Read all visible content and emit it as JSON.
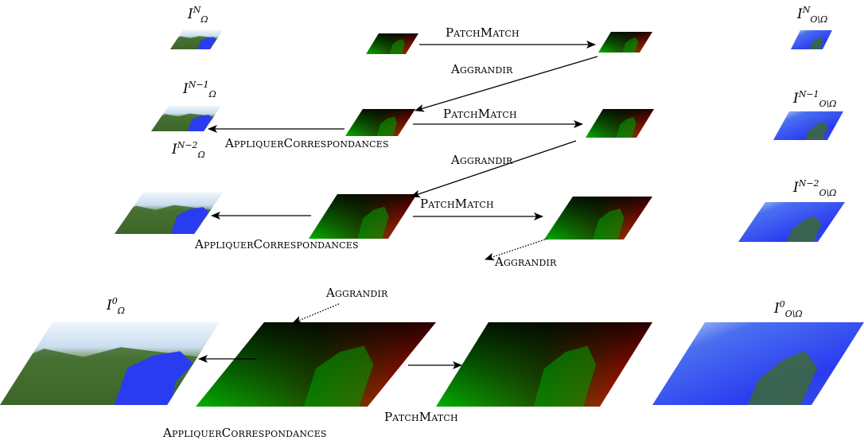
{
  "labels": {
    "patchmatch": "PatchMatch",
    "aggrandir": "Aggrandir",
    "appliquer": "AppliquerCorrespondances"
  },
  "math": {
    "I": "I",
    "omega": "Ω",
    "outside": "O\\Ω",
    "sup_N": "N",
    "sup_N1": "N−1",
    "sup_N2": "N−2",
    "sup_0": "0"
  },
  "colors": {
    "sky": "#cfe3f5",
    "mountain_green": "#3f6b2a",
    "water_blue": "#2a3cf0",
    "nnf_red": "#ff0000",
    "nnf_green": "#00a000",
    "nnf_black": "#000000"
  }
}
